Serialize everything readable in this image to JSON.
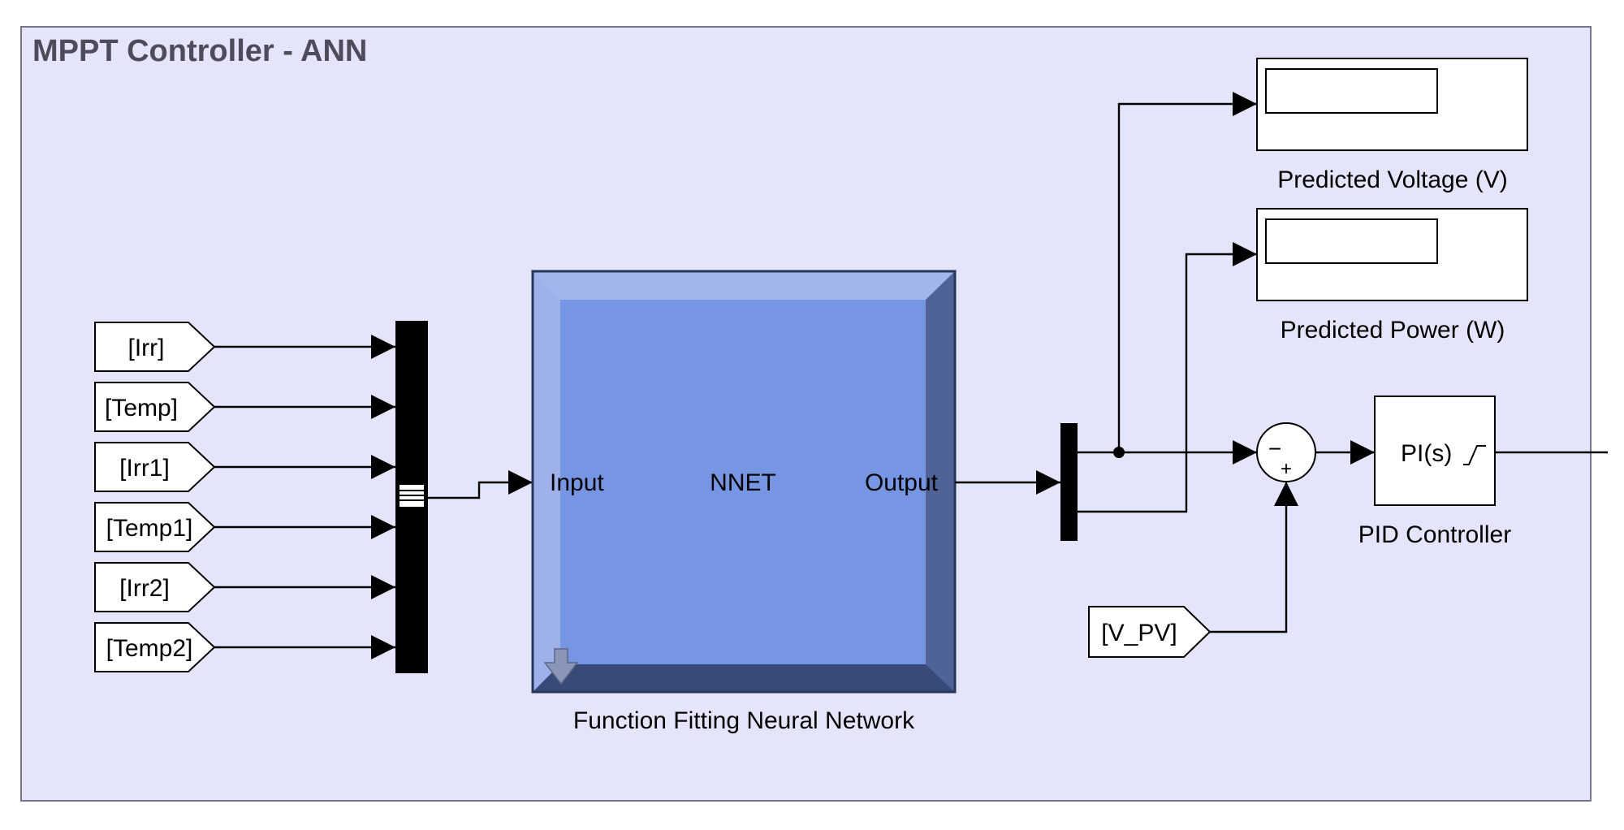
{
  "diagram": {
    "title": "MPPT Controller - ANN",
    "goto_tags": [
      "[Irr]",
      "[Temp]",
      "[Irr1]",
      "[Temp1]",
      "[Irr2]",
      "[Temp2]"
    ],
    "nnet_block": {
      "input_port": "Input",
      "name": "NNET",
      "output_port": "Output",
      "caption": "Function Fitting Neural Network"
    },
    "displays": [
      {
        "caption": "Predicted Voltage (V)"
      },
      {
        "caption": "Predicted Power (W)"
      }
    ],
    "sum_block": {
      "minus_sign": "−",
      "plus_sign": "+"
    },
    "vpv_tag": "[V_PV]",
    "pid_block": {
      "text": "PI(s)",
      "caption": "PID Controller"
    }
  },
  "colors": {
    "area_background": "#e4e4fb",
    "area_border": "#74748a",
    "title": "#4c4c5a",
    "nnet_face": "#7695e3",
    "nnet_bevel_light": "#a3b6ec",
    "nnet_bevel_dark": "#4f6399",
    "nnet_bevel_bottom": "#3a4a78"
  }
}
